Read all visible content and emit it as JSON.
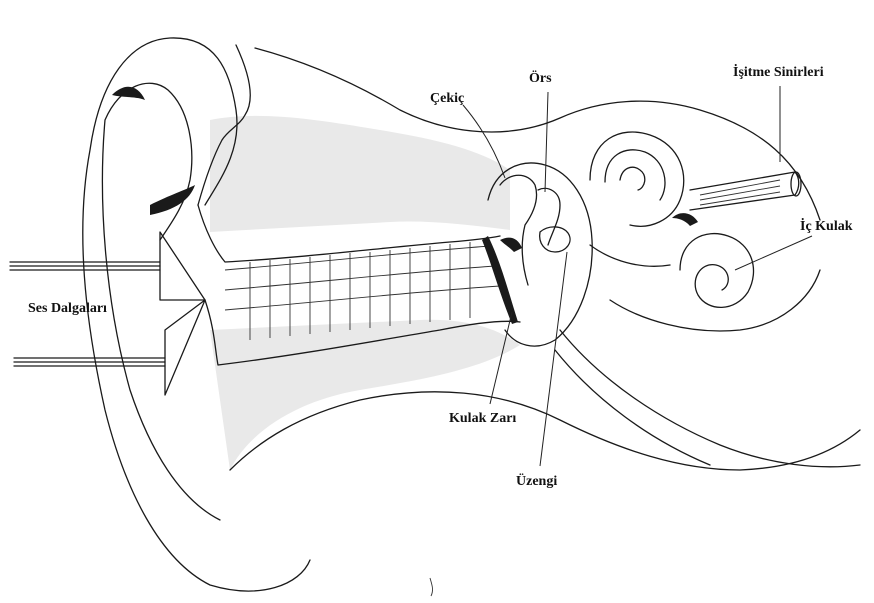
{
  "labels": {
    "cekic": "Çekiç",
    "ors": "Örs",
    "isitme_sinirleri": "İşitme Sinirleri",
    "ic_kulak": "İç Kulak",
    "ses_dalgalari": "Ses Dalgaları",
    "kulak_zari": "Kulak Zarı",
    "uzengi": "Üzengi"
  }
}
